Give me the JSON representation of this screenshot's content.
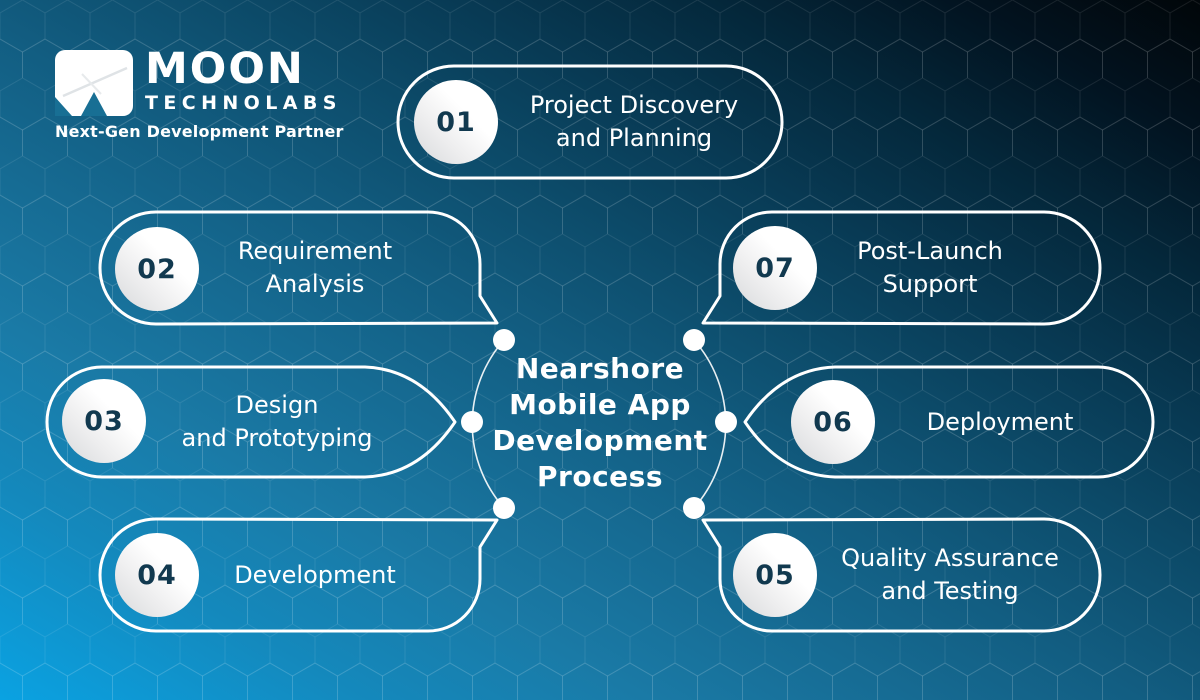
{
  "brand": {
    "name_primary": "MOON",
    "name_secondary": "TECHNOLABS",
    "tagline": "Next-Gen Development Partner",
    "logo_icon": "mountain-m-logo"
  },
  "center": {
    "title": "Nearshore\nMobile App\nDevelopment\nProcess"
  },
  "steps": [
    {
      "num": "01",
      "label": "Project Discovery\nand Planning"
    },
    {
      "num": "02",
      "label": "Requirement\nAnalysis"
    },
    {
      "num": "03",
      "label": "Design\nand Prototyping"
    },
    {
      "num": "04",
      "label": "Development"
    },
    {
      "num": "05",
      "label": "Quality Assurance\nand Testing"
    },
    {
      "num": "06",
      "label": "Deployment"
    },
    {
      "num": "07",
      "label": "Post-Launch\nSupport"
    }
  ],
  "colors": {
    "bg_bottom_left": "#0aa2e2",
    "bg_top_right": "#010609",
    "outline_white": "#ffffff",
    "number_text": "#11394f",
    "badge_fill": "#ffffff"
  }
}
